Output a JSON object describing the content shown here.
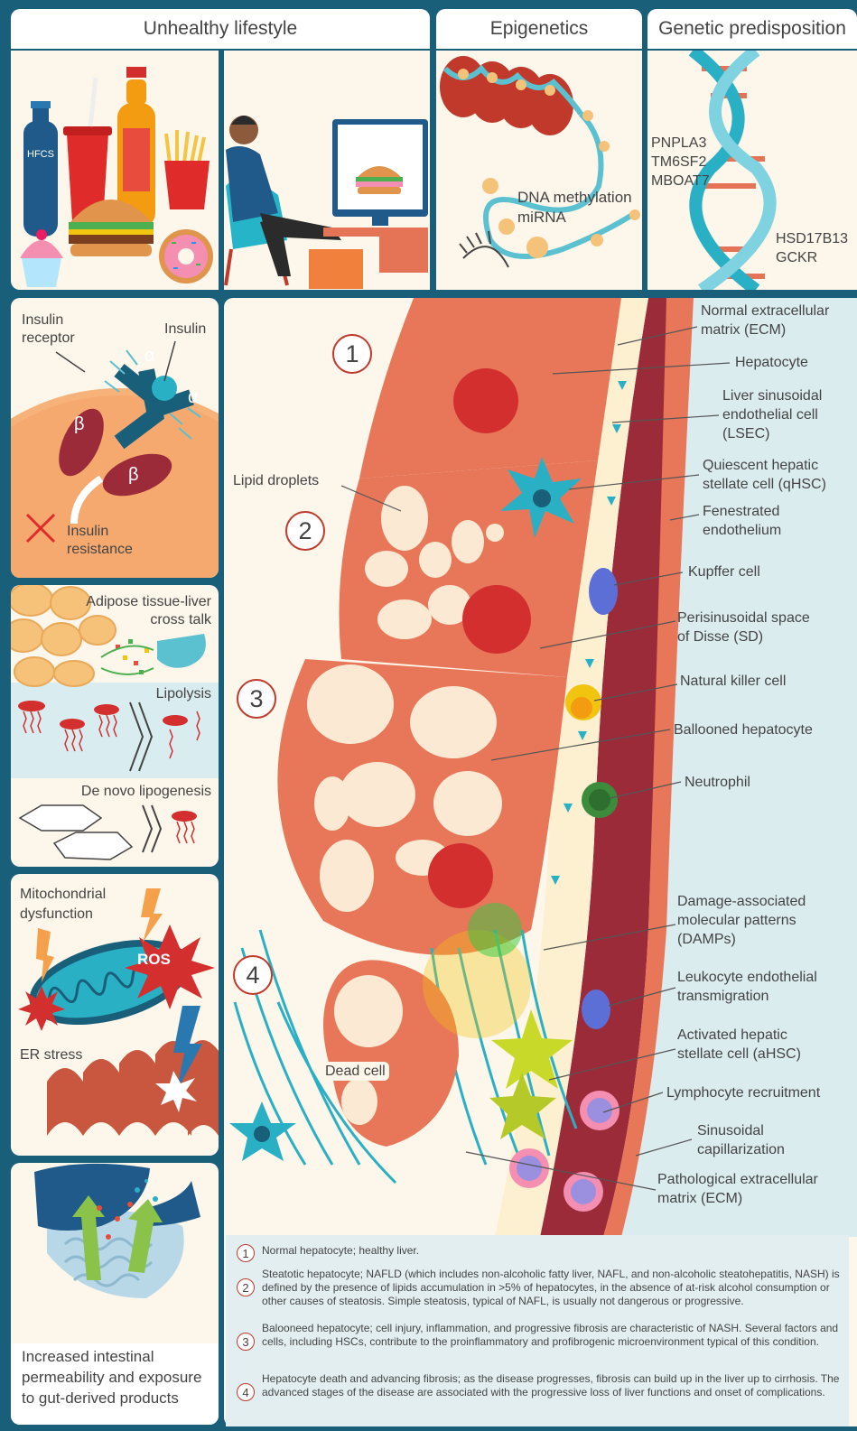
{
  "headers": {
    "unhealthy": "Unhealthy lifestyle",
    "epigenetics": "Epigenetics",
    "genetic": "Genetic predisposition"
  },
  "food": {
    "bottle_label": "HFCS"
  },
  "epigenetics": {
    "line1": "DNA methylation",
    "line2": "miRNA"
  },
  "genes": {
    "left": [
      "PNPLA3",
      "TM6SF2",
      "MBOAT7"
    ],
    "right": [
      "HSD17B13",
      "GCKR"
    ]
  },
  "insulin": {
    "receptor1": "Insulin",
    "receptor2": "receptor",
    "insulin": "Insulin",
    "alpha": "α",
    "beta": "β",
    "resistance1": "Insulin",
    "resistance2": "resistance"
  },
  "adipose": {
    "crosstalk1": "Adipose tissue-liver",
    "crosstalk2": "cross talk",
    "lipolysis": "Lipolysis",
    "lipogenesis": "De novo lipogenesis"
  },
  "mito": {
    "line1": "Mitochondrial",
    "line2": "dysfunction",
    "ros": "ROS",
    "er": "ER stress"
  },
  "gut": {
    "line1": "Increased intestinal",
    "line2": "permeability and exposure",
    "line3": "to gut-derived products"
  },
  "stage_numbers": [
    "1",
    "2",
    "3",
    "4"
  ],
  "center_labels": {
    "lipid": "Lipid droplets",
    "dead": "Dead cell"
  },
  "right_labels": [
    {
      "l1": "Normal extracellular",
      "l2": "matrix (ECM)"
    },
    {
      "l1": "Hepatocyte"
    },
    {
      "l1": "Liver sinusoidal",
      "l2": "endothelial cell",
      "l3": "(LSEC)"
    },
    {
      "l1": "Quiescent hepatic",
      "l2": "stellate cell (qHSC)"
    },
    {
      "l1": "Fenestrated",
      "l2": "endothelium"
    },
    {
      "l1": "Kupffer cell"
    },
    {
      "l1": "Perisinusoidal space",
      "l2": "of Disse (SD)"
    },
    {
      "l1": "Natural killer cell"
    },
    {
      "l1": "Ballooned hepatocyte"
    },
    {
      "l1": "Neutrophil"
    },
    {
      "l1": "Damage-associated",
      "l2": "molecular patterns",
      "l3": "(DAMPs)"
    },
    {
      "l1": "Leukocyte endothelial",
      "l2": "transmigration"
    },
    {
      "l1": "Activated hepatic",
      "l2": "stellate cell (aHSC)"
    },
    {
      "l1": "Lymphocyte recruitment"
    },
    {
      "l1": "Sinusoidal",
      "l2": "capillarization"
    },
    {
      "l1": "Pathological extracellular",
      "l2": "matrix (ECM)"
    }
  ],
  "legend": [
    {
      "num": "1",
      "text": "Normal hepatocyte; healthy liver."
    },
    {
      "num": "2",
      "text": "Steatotic hepatocyte; NAFLD (which includes non-alcoholic fatty liver, NAFL, and non-alcoholic steatohepatitis, NASH) is defined by the presence of lipids accumulation in >5% of hepatocytes, in the absence of at-risk alcohol consumption or other causes of steatosis. Simple steatosis, typical of NAFL, is usually not dangerous or progressive."
    },
    {
      "num": "3",
      "text": "Balooneed hepatocyte; cell injury, inflammation, and progressive fibrosis are characteristic of NASH. Several factors and cells, including HSCs, contribute to the proinflammatory and profibrogenic microenvironment typical of this condition."
    },
    {
      "num": "4",
      "text": "Hepatocyte death and advancing fibrosis; as the disease progresses, fibrosis can build up in the liver up to cirrhosis. The advanced stages of the disease are associated with the progressive loss of liver functions and onset of complications."
    }
  ],
  "colors": {
    "frame": "#1a5f7a",
    "panel": "#fdf6ea",
    "hepatocyte": "#e8775a",
    "nucleus": "#d32f2f",
    "teal": "#2a9fb5",
    "vessel": "#9c2b3a",
    "legend_bg": "#e3eef0"
  }
}
